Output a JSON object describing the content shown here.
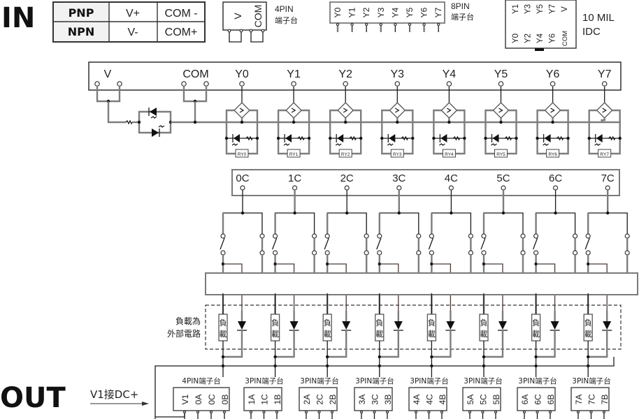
{
  "in_section": {
    "title": "IN",
    "polarity_table": {
      "rows": [
        {
          "type": "PNP",
          "v": "V+",
          "com": "COM -"
        },
        {
          "type": "NPN",
          "v": "V-",
          "com": "COM+"
        }
      ]
    },
    "connector_4pin": {
      "pins": [
        "V",
        "COM"
      ],
      "label_line1": "4PIN",
      "label_line2": "端子台"
    },
    "connector_8pin": {
      "pins": [
        "Y0",
        "Y1",
        "Y2",
        "Y3",
        "Y4",
        "Y5",
        "Y6",
        "Y7"
      ],
      "label_line1": "8PIN",
      "label_line2": "端子台"
    },
    "connector_idc": {
      "top_pins": [
        "Y1",
        "Y3",
        "Y5",
        "Y7",
        "V"
      ],
      "bottom_pins": [
        "Y0",
        "Y2",
        "Y4",
        "Y6",
        "COM"
      ],
      "label_line1": "10 MIL",
      "label_line2": "IDC"
    },
    "input_block": {
      "terminals": [
        "V",
        "COM",
        "Y0",
        "Y1",
        "Y2",
        "Y3",
        "Y4",
        "Y5",
        "Y6",
        "Y7"
      ],
      "relay_labels": [
        "RY0",
        "RY1",
        "RY2",
        "RY3",
        "RY4",
        "RY5",
        "RY6",
        "RY7"
      ]
    }
  },
  "relay_section": {
    "common_terminals": [
      "0C",
      "1C",
      "2C",
      "3C",
      "4C",
      "5C",
      "6C",
      "7C"
    ],
    "contact_terminals": [
      "0A",
      "0B",
      "1A",
      "1B",
      "2A",
      "2B",
      "3A",
      "3B",
      "4A",
      "4B",
      "5A",
      "5B",
      "6A",
      "6B",
      "7A",
      "7B"
    ],
    "load_label_line1": "負載為",
    "load_label_line2": "外部電路",
    "load_box_char1": "負",
    "load_box_char2": "載"
  },
  "out_section": {
    "title": "OUT",
    "v1_note": "V1接DC+",
    "connectors": [
      {
        "label": "4PIN端子台",
        "pins": [
          "V1",
          "0A",
          "0C",
          "0B"
        ]
      },
      {
        "label": "3PIN端子台",
        "pins": [
          "1A",
          "1C",
          "1B"
        ]
      },
      {
        "label": "3PIN端子台",
        "pins": [
          "2A",
          "2C",
          "2B"
        ]
      },
      {
        "label": "3PIN端子台",
        "pins": [
          "3A",
          "3C",
          "3B"
        ]
      },
      {
        "label": "3PIN端子台",
        "pins": [
          "4A",
          "4C",
          "4B"
        ]
      },
      {
        "label": "3PIN端子台",
        "pins": [
          "5A",
          "5C",
          "5B"
        ]
      },
      {
        "label": "3PIN端子台",
        "pins": [
          "6A",
          "6C",
          "6B"
        ]
      },
      {
        "label": "3PIN端子台",
        "pins": [
          "7A",
          "7C",
          "7B"
        ]
      }
    ]
  }
}
